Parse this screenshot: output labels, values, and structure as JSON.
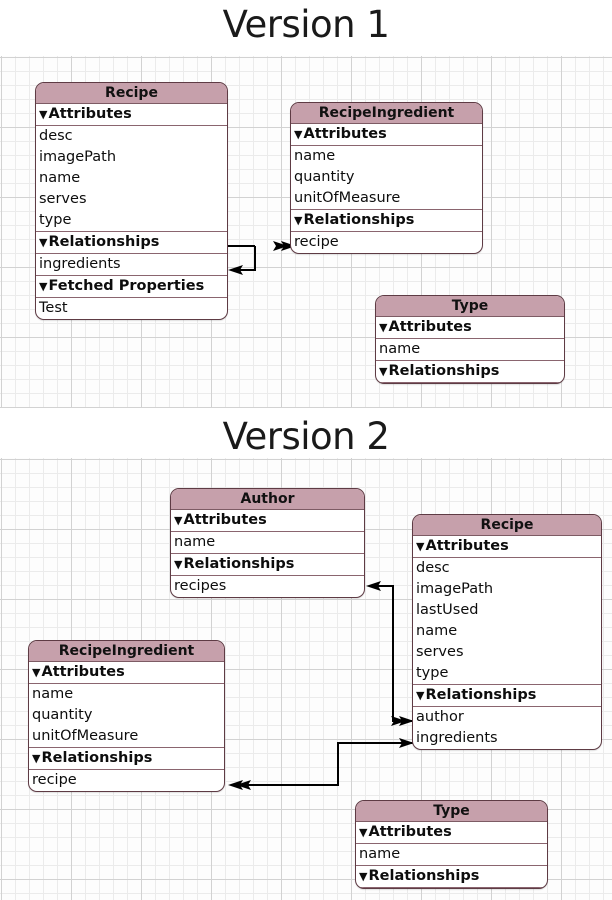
{
  "diagram": {
    "kind": "core-data-entity-model",
    "colors": {
      "header_fill": "#c6a0ab",
      "border": "#5e3b44",
      "divider": "#8a656f",
      "grid_minor": "#ebebeb",
      "grid_major": "#d2d2d2",
      "canvas": "#fdfdfd",
      "text": "#0d0d0d"
    }
  },
  "sections": [
    {
      "id": "v1",
      "title": "Version 1",
      "entities": [
        {
          "id": "v1-recipe",
          "name": "Recipe",
          "groups": [
            {
              "label": "Attributes",
              "fields": [
                "desc",
                "imagePath",
                "name",
                "serves",
                "type"
              ]
            },
            {
              "label": "Relationships",
              "fields": [
                "ingredients"
              ]
            },
            {
              "label": "Fetched Properties",
              "fields": [
                "Test"
              ]
            }
          ]
        },
        {
          "id": "v1-recipeingredient",
          "name": "RecipeIngredient",
          "groups": [
            {
              "label": "Attributes",
              "fields": [
                "name",
                "quantity",
                "unitOfMeasure"
              ]
            },
            {
              "label": "Relationships",
              "fields": [
                "recipe"
              ]
            }
          ]
        },
        {
          "id": "v1-type",
          "name": "Type",
          "groups": [
            {
              "label": "Attributes",
              "fields": [
                "name"
              ]
            },
            {
              "label": "Relationships",
              "fields": []
            }
          ]
        }
      ],
      "relationships": [
        {
          "id": "v1-recipe-ingredients",
          "from": "Recipe.ingredients",
          "to": "RecipeIngredient.recipe",
          "from_arrow": "single",
          "to_arrow": "double"
        }
      ]
    },
    {
      "id": "v2",
      "title": "Version 2",
      "entities": [
        {
          "id": "v2-author",
          "name": "Author",
          "groups": [
            {
              "label": "Attributes",
              "fields": [
                "name"
              ]
            },
            {
              "label": "Relationships",
              "fields": [
                "recipes"
              ]
            }
          ]
        },
        {
          "id": "v2-recipe",
          "name": "Recipe",
          "groups": [
            {
              "label": "Attributes",
              "fields": [
                "desc",
                "imagePath",
                "lastUsed",
                "name",
                "serves",
                "type"
              ]
            },
            {
              "label": "Relationships",
              "fields": [
                "author",
                "ingredients"
              ]
            }
          ]
        },
        {
          "id": "v2-recipeingredient",
          "name": "RecipeIngredient",
          "groups": [
            {
              "label": "Attributes",
              "fields": [
                "name",
                "quantity",
                "unitOfMeasure"
              ]
            },
            {
              "label": "Relationships",
              "fields": [
                "recipe"
              ]
            }
          ]
        },
        {
          "id": "v2-type",
          "name": "Type",
          "groups": [
            {
              "label": "Attributes",
              "fields": [
                "name"
              ]
            },
            {
              "label": "Relationships",
              "fields": []
            }
          ]
        }
      ],
      "relationships": [
        {
          "id": "v2-author-recipes",
          "from": "Author.recipes",
          "to": "Recipe.author",
          "from_arrow": "single",
          "to_arrow": "double"
        },
        {
          "id": "v2-recipe-ingredients",
          "from": "Recipe.ingredients",
          "to": "RecipeIngredient.recipe",
          "from_arrow": "single",
          "to_arrow": "double"
        }
      ]
    }
  ],
  "glyphs": {
    "disclosure_triangle": "▼"
  }
}
